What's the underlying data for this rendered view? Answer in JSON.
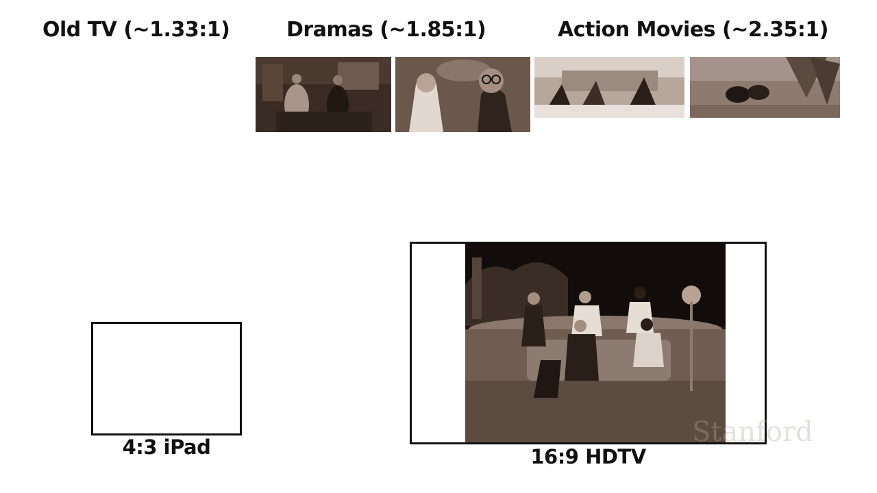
{
  "headings": {
    "old_tv": "Old TV (~1.33:1)",
    "dramas": "Dramas (~1.85:1)",
    "action_movies": "Action Movies (~2.35:1)"
  },
  "devices": {
    "ipad_label": "4:3 iPad",
    "hdtv_label": "16:9 HDTV"
  },
  "watermark": "Stanford",
  "colors": {
    "sepia_dark": "#2a1f18",
    "sepia_mid": "#7a665a",
    "sepia_light": "#c9b8aa",
    "frame": "#111111"
  }
}
